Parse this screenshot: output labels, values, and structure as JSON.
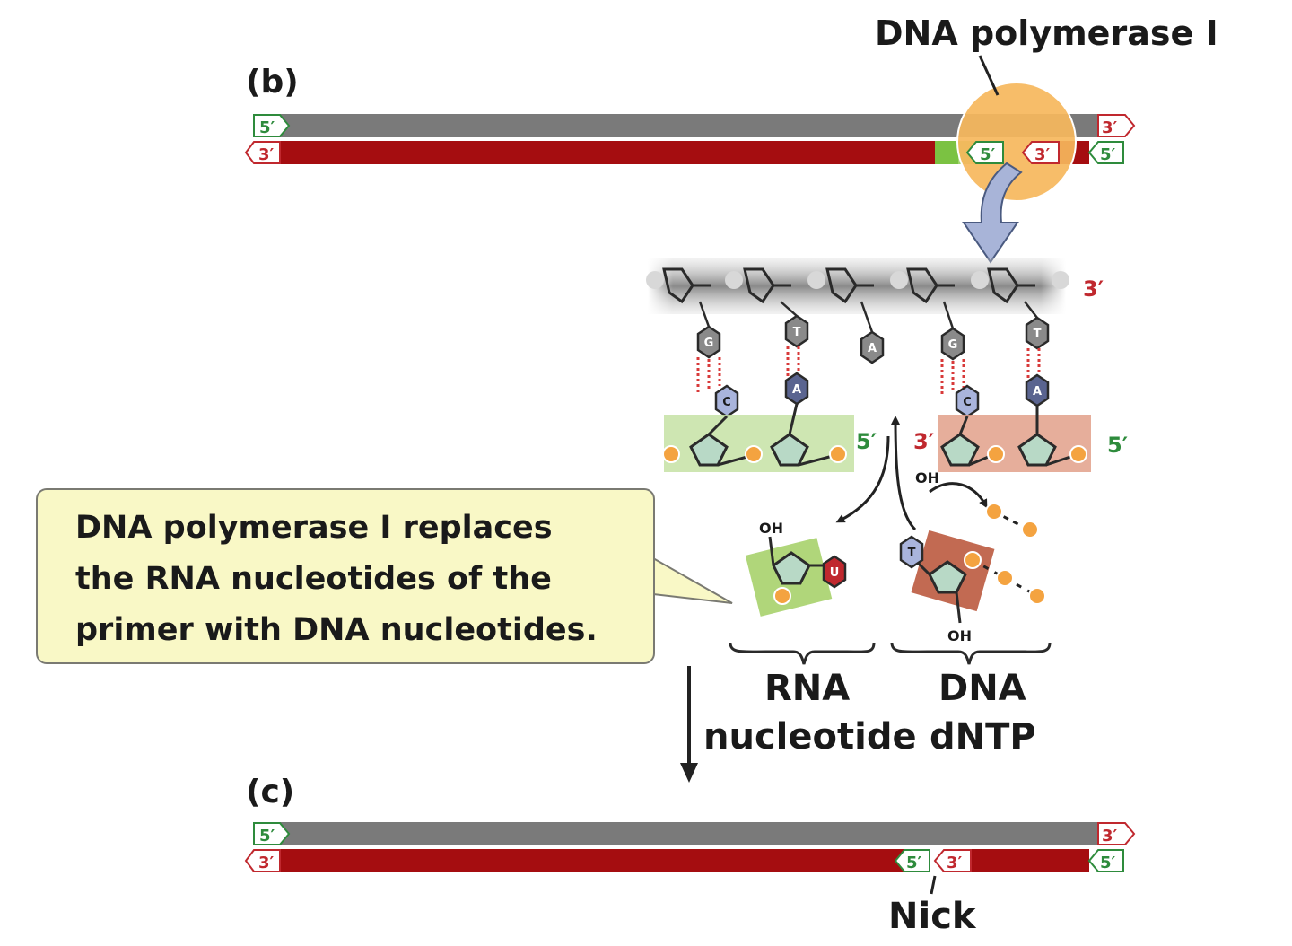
{
  "panels": {
    "b_label": "(b)",
    "c_label": "(c)"
  },
  "enzyme": {
    "label": "DNA polymerase I"
  },
  "ends": {
    "five_prime": "5′",
    "three_prime": "3′"
  },
  "bases": {
    "G": "G",
    "T": "T",
    "A": "A",
    "C": "C",
    "U": "U"
  },
  "groups": {
    "hydroxyl": "OH"
  },
  "callout": {
    "lines": [
      "DNA polymerase I replaces",
      "the RNA nucleotides of the",
      "primer with DNA nucleotides."
    ]
  },
  "nucleotides": {
    "rna_line1": "RNA",
    "rna_line2": "nucleotide",
    "dna_line1": "DNA",
    "dna_line2": "dNTP"
  },
  "nick": {
    "label": "Nick"
  },
  "colors": {
    "template_strand": "#7a7a7a",
    "new_strand": "#a50d10",
    "rna_primer": "#7bc242",
    "enzyme": "#f6b75c",
    "arrow_fill": "#a8b4d8",
    "callout_bg": "#f9f8c6",
    "five_prime_tag": "#2e8b3c",
    "three_prime_tag": "#c0282e",
    "phosphate": "#f4a340"
  }
}
